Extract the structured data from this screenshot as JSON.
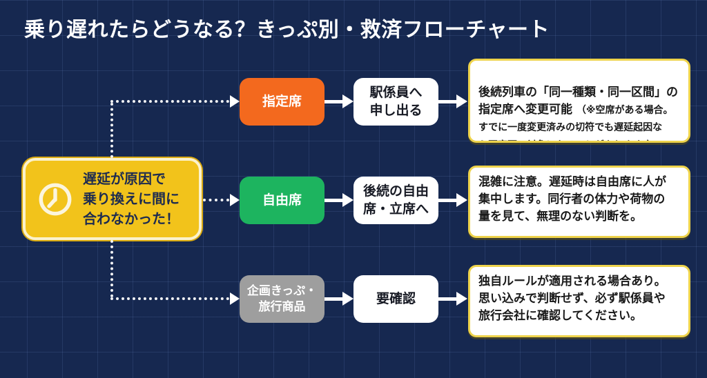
{
  "title": "乗り遅れたらどうなる？きっぷ別・救済フローチャート",
  "colors": {
    "background": "#162850",
    "grid_line": "#2e4375",
    "start_fill": "#f2c31b",
    "start_border": "#fbf2cd",
    "reserved_seat": "#f3691e",
    "non_reserved_seat": "#1db45f",
    "package_ticket": "#9e9e9e",
    "detail_border": "#eed34b",
    "dark_text": "#1d2b50",
    "white": "#ffffff"
  },
  "start": {
    "icon": "clock-icon",
    "label": "遅延が原因で\n乗り換えに間に\n合わなかった！"
  },
  "rows": [
    {
      "category": "指定席",
      "color": "#f3691e",
      "action": "駅係員へ\n申し出る",
      "detail_main": "後続列車の「同一種類・同一区間」の\n指定席へ変更可能 ",
      "detail_note": "（※空席がある場合。\nすでに一度変更済みの切符でも遅延起因な\nら再変更の対象になることがあります。）"
    },
    {
      "category": "自由席",
      "color": "#1db45f",
      "action": "後続の自由\n席・立席へ",
      "detail_main": "混雑に注意。遅延時は自由席に人が\n集中します。同行者の体力や荷物の\n量を見て、無理のない判断を。",
      "detail_note": ""
    },
    {
      "category": "企画きっぷ・\n旅行商品",
      "color": "#9e9e9e",
      "action": "要確認",
      "detail_main": "独自ルールが適用される場合あり。\n思い込みで判断せず、必ず駅係員や\n旅行会社に確認してください。",
      "detail_note": ""
    }
  ]
}
